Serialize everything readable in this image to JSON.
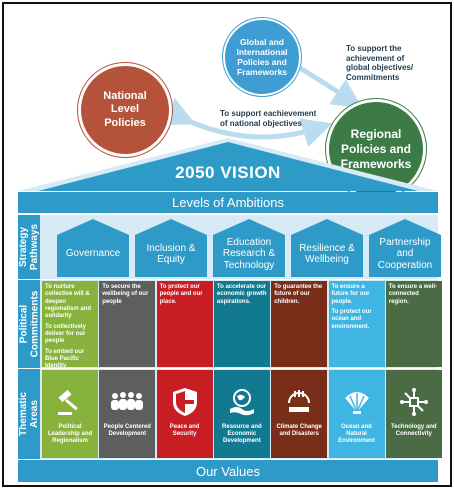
{
  "circles": {
    "national": "National Level Policies",
    "global": "Global and International Policies and Frameworks",
    "regional": "Regional Policies and Frameworks"
  },
  "notes": {
    "global_note": "To support the achievement of global objectives/ Commitments",
    "national_note": "To support eachievement of national objectives"
  },
  "vision": "2050 VISION",
  "ambitions": "Levels of Ambitions",
  "row_labels": {
    "strategy": "Strategy Pathways",
    "political": "Political Commitments",
    "thematic": "Thematic Areas"
  },
  "pathways": [
    "Governance",
    "Inclusion & Equity",
    "Education Research & Technology",
    "Resilience & Wellbeing",
    "Partnership and Cooperation"
  ],
  "commitments": [
    {
      "color": "#87b23c",
      "lines": [
        "To nurture collective will & deepen regionalism and solidarity",
        "To collectively deliver for our people",
        "To embed our Blue Pacific Identity"
      ]
    },
    {
      "color": "#5e5e5e",
      "lines": [
        "To secure the wellbeing of our people"
      ]
    },
    {
      "color": "#c71e24",
      "lines": [
        "To protect our people and our place."
      ]
    },
    {
      "color": "#127a90",
      "lines": [
        "To accelerate our economic growth aspirations."
      ]
    },
    {
      "color": "#7a2e19",
      "lines": [
        "To guarantee the future of our children."
      ]
    },
    {
      "color": "#3fb5e3",
      "lines": [
        "To ensure a future for our people.",
        "To protect our ocean and environment."
      ]
    },
    {
      "color": "#4a6b43",
      "lines": [
        "To ensure a well-connected region."
      ]
    }
  ],
  "themes": [
    {
      "label": "Political Leadership and Regionalism",
      "icon": "gavel-icon",
      "color": "#87b23c"
    },
    {
      "label": "People Centered Development",
      "icon": "people-icon",
      "color": "#5e5e5e"
    },
    {
      "label": "Peace and Security",
      "icon": "shield-icon",
      "color": "#c71e24"
    },
    {
      "label": "Resource and Economic Development",
      "icon": "globe-hand-icon",
      "color": "#127a90"
    },
    {
      "label": "Climate Change and Disasters",
      "icon": "climate-icon",
      "color": "#7a2e19"
    },
    {
      "label": "Ocean and Natural Environment",
      "icon": "shell-icon",
      "color": "#3fb5e3"
    },
    {
      "label": "Technology and Connectivity",
      "icon": "circuit-icon",
      "color": "#4a6b43"
    }
  ],
  "values": "Our Values",
  "colors": {
    "blue": "#2e9ac8",
    "light_blue": "#d6ebf5",
    "national": "#b5533a",
    "global": "#3f9dd3",
    "regional": "#3c7a46"
  }
}
